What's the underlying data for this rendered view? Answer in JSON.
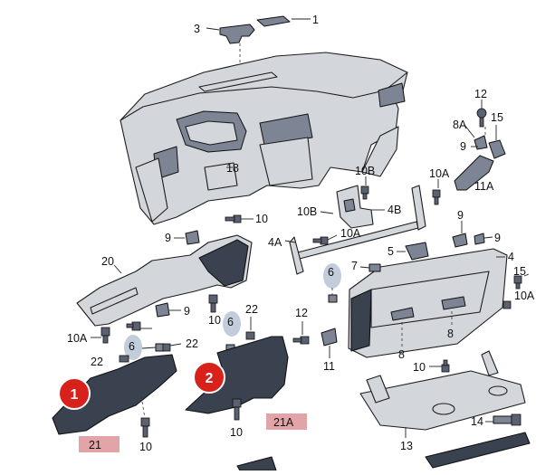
{
  "labels": {
    "l1": "1",
    "l3": "3",
    "l12": "12",
    "l8A": "8A",
    "l15": "15",
    "l9top": "9",
    "l11A": "11A",
    "l10Atop": "10A",
    "l10B": "10B",
    "l18": "18",
    "l10a": "10",
    "l10B2": "10B",
    "l4B": "4B",
    "l10A2": "10A",
    "l9mid": "9",
    "l4A": "4A",
    "l9left": "9",
    "l7": "7",
    "l5": "5",
    "l9right": "9",
    "l4": "4",
    "l20": "20",
    "l6a": "6",
    "l15b": "15",
    "l10Aright": "10A",
    "l9c": "9",
    "l10b": "10",
    "l10Aleft": "10A",
    "l22a": "22",
    "l6b": "6",
    "l12b": "12",
    "l8a": "8",
    "l8b": "8",
    "l6c": "6",
    "l22b": "22",
    "l11": "11",
    "l10c": "10",
    "l22c": "22",
    "l21": "21",
    "l10d": "10",
    "l10e": "10",
    "l21A": "21A",
    "l14": "14",
    "l13": "13"
  },
  "badges": {
    "b1": "1",
    "b2": "2"
  }
}
